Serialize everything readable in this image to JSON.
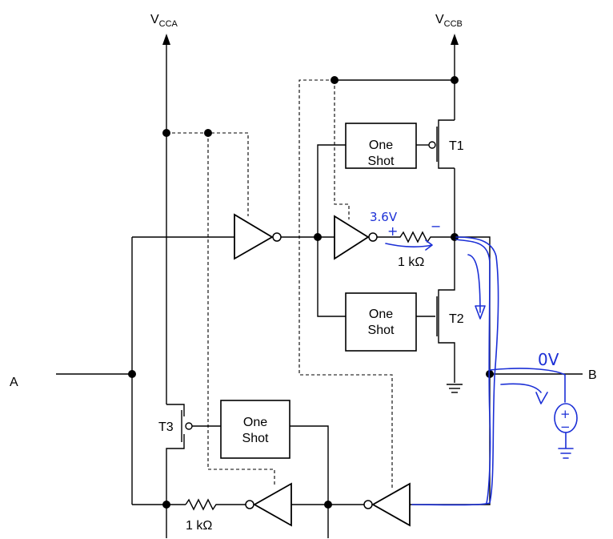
{
  "supplies": {
    "vcc_a": {
      "main": "V",
      "sub": "CCA"
    },
    "vcc_b": {
      "main": "V",
      "sub": "CCB"
    }
  },
  "ports": {
    "a": "A",
    "b": "B"
  },
  "transistors": {
    "t1": "T1",
    "t2": "T2",
    "t3": "T3"
  },
  "one_shots": [
    {
      "line1": "One",
      "line2": "Shot"
    },
    {
      "line1": "One",
      "line2": "Shot"
    },
    {
      "line1": "One",
      "line2": "Shot"
    }
  ],
  "resistors": {
    "upper": "1 kΩ",
    "lower": "1 kΩ"
  },
  "annotations": {
    "voltage_36": "3.6V",
    "plus": "+",
    "minus": "−",
    "voltage_0": "0V",
    "source_plus": "+",
    "source_minus": "−"
  }
}
